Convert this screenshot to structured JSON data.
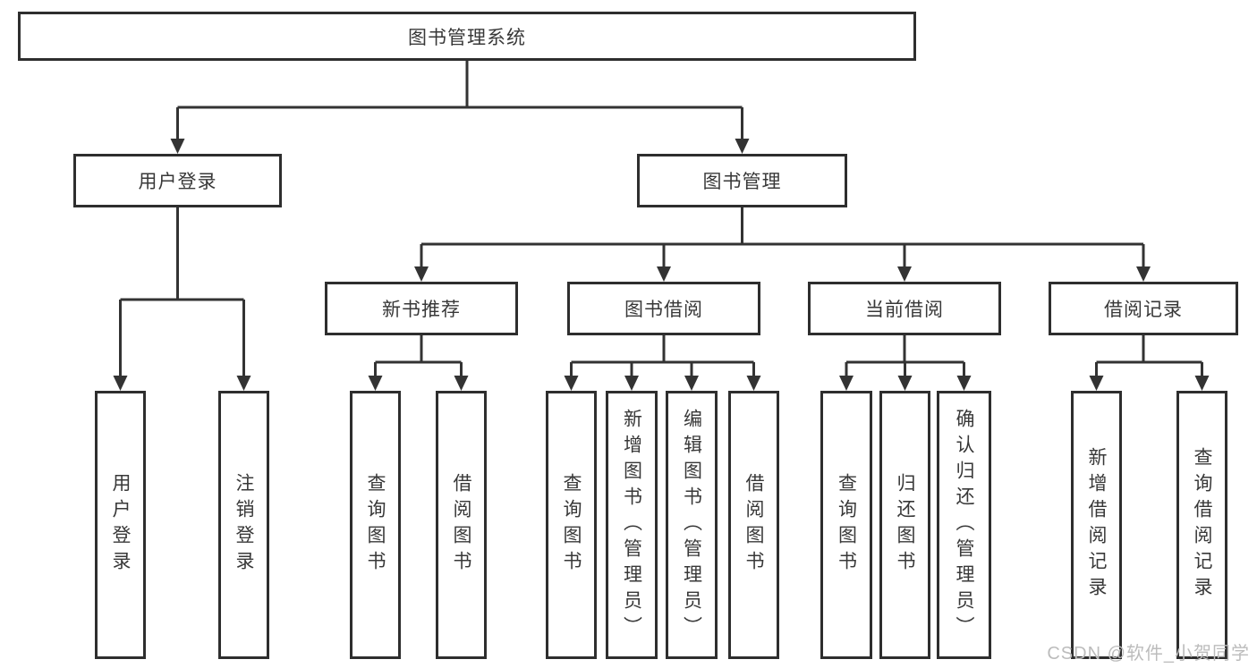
{
  "diagram": {
    "title": "图书管理系统",
    "root": {
      "label": "图书管理系统"
    },
    "level2": [
      {
        "id": "user-login",
        "label": "用户登录"
      },
      {
        "id": "book-mgmt",
        "label": "图书管理"
      }
    ],
    "level3": [
      {
        "id": "new-book-rec",
        "label": "新书推荐"
      },
      {
        "id": "book-borrow",
        "label": "图书借阅"
      },
      {
        "id": "current-borrow",
        "label": "当前借阅"
      },
      {
        "id": "borrow-record",
        "label": "借阅记录"
      }
    ],
    "leaves": {
      "user_login": [
        "用户登录",
        "注销登录"
      ],
      "new_book_rec": [
        "查询图书",
        "借阅图书"
      ],
      "book_borrow": [
        "查询图书",
        "新增图书（管理员）",
        "编辑图书（管理员）",
        "借阅图书"
      ],
      "current_borrow": [
        "查询图书",
        "归还图书",
        "确认归还（管理员）"
      ],
      "borrow_record": [
        "新增借阅记录",
        "查询借阅记录"
      ]
    }
  },
  "watermark": {
    "text": "CSDN @软件_小贺同学"
  },
  "colors": {
    "line": "#333333",
    "border": "#2e2e2e",
    "text": "#383838",
    "background": "#ffffff",
    "watermark": "#bcbcbc"
  }
}
